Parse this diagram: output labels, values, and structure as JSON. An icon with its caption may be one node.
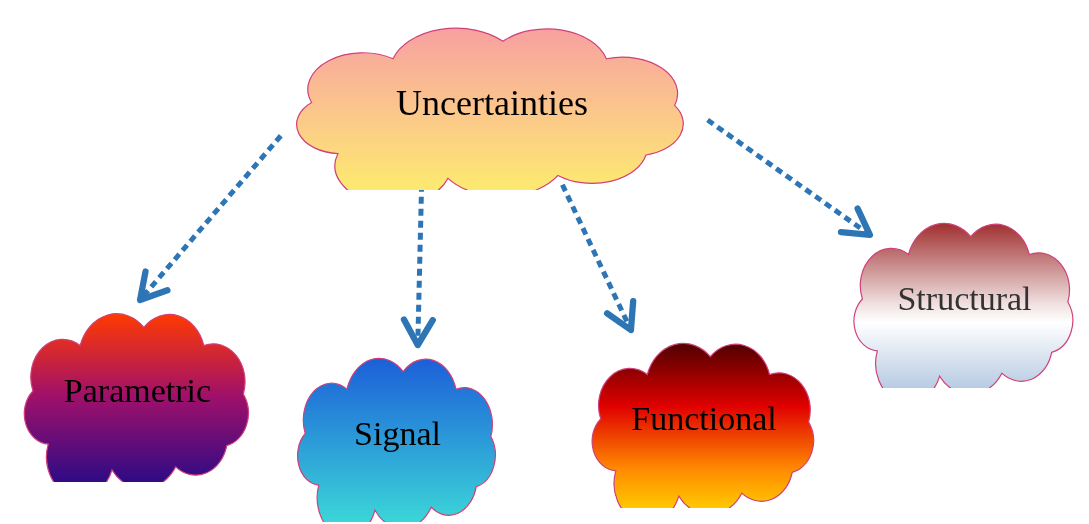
{
  "diagram": {
    "nodes": [
      {
        "text": [
          "Uncertainties"
        ]
      },
      {
        "text": [
          "Parametric"
        ]
      },
      {
        "text": [
          "Signal"
        ]
      },
      {
        "text": [
          "Functional"
        ]
      },
      {
        "text": [
          "Structural"
        ]
      }
    ],
    "edges": [
      {
        "from": 0,
        "to": 1,
        "arrow": "to",
        "style": "dashed"
      },
      {
        "from": 0,
        "to": 2,
        "arrow": "to",
        "style": "dashed"
      },
      {
        "from": 0,
        "to": 3,
        "arrow": "to",
        "style": "dashed"
      },
      {
        "from": 0,
        "to": 4,
        "arrow": "to",
        "style": "dashed"
      }
    ]
  }
}
